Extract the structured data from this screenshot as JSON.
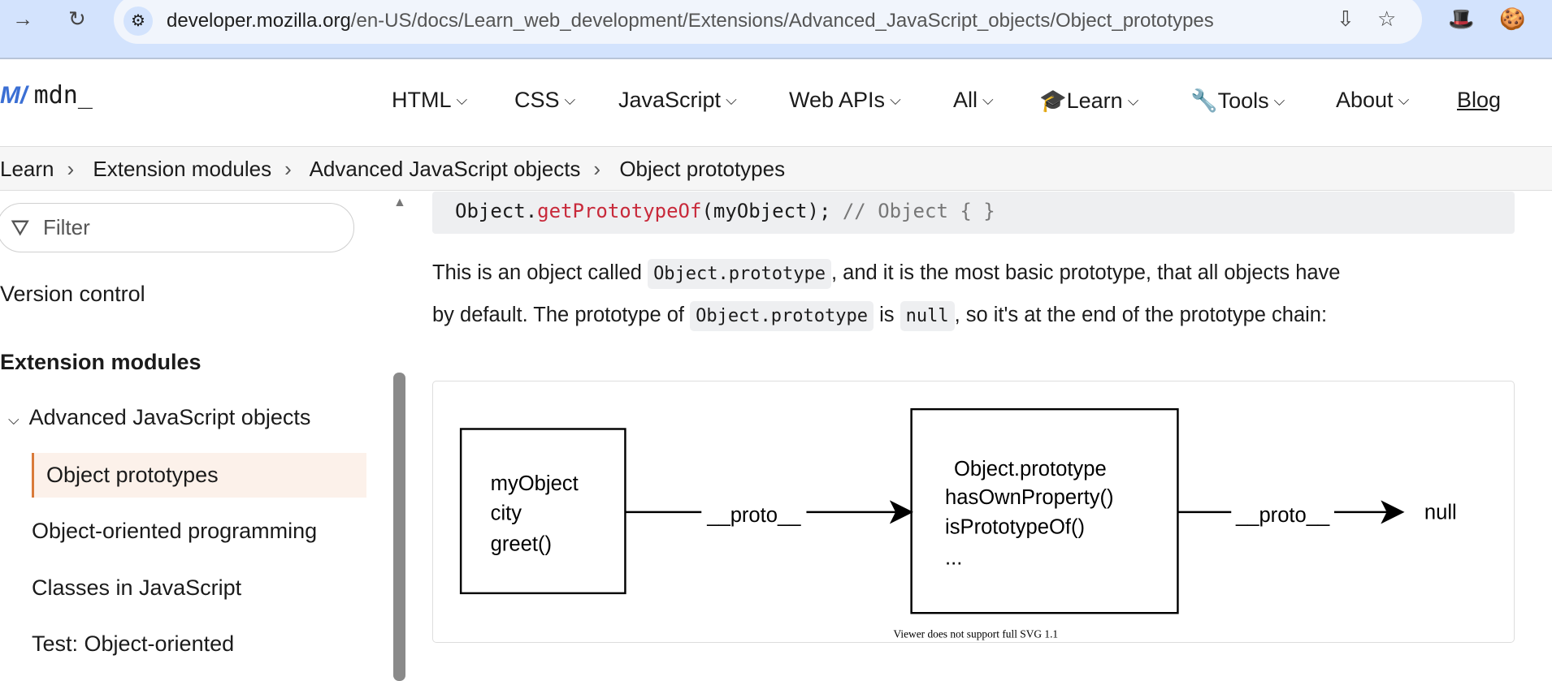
{
  "browser": {
    "url_host": "developer.mozilla.org",
    "url_path": "/en-US/docs/Learn_web_development/Extensions/Advanced_JavaScript_objects/Object_prototypes"
  },
  "nav": {
    "logo": "mdn_",
    "items": [
      {
        "label": "HTML"
      },
      {
        "label": "CSS"
      },
      {
        "label": "JavaScript"
      },
      {
        "label": "Web APIs"
      },
      {
        "label": "All"
      },
      {
        "label": "Learn"
      },
      {
        "label": "Tools"
      },
      {
        "label": "About"
      }
    ],
    "blog": "Blog"
  },
  "breadcrumbs": [
    "Learn",
    "Extension modules",
    "Advanced JavaScript objects",
    "Object prototypes"
  ],
  "sidebar": {
    "filter_placeholder": "Filter",
    "items": [
      "Version control",
      "Extension modules",
      "Advanced JavaScript objects",
      "Object prototypes",
      "Object-oriented programming",
      "Classes in JavaScript",
      "Test: Object-oriented"
    ]
  },
  "content": {
    "code": {
      "a": "Object.",
      "b": "getPrototypeOf",
      "c": "(myObject); ",
      "d": "// Object { }"
    },
    "para": {
      "t1": "This is an object called ",
      "c1": "Object.prototype",
      "t2": ", and it is the most basic prototype, that all objects have",
      "t3": "by default. The prototype of ",
      "c2": "Object.prototype",
      "t4": " is ",
      "c3": "null",
      "t5": ", so it's at the end of the prototype chain:"
    },
    "diagram": {
      "box1": [
        "myObject",
        "city",
        "greet()"
      ],
      "box2": [
        "Object.prototype",
        "hasOwnProperty()",
        "isPrototypeOf()",
        "..."
      ],
      "arrow_label": "__proto__",
      "end": "null",
      "caption": "Viewer does not support full SVG 1.1"
    }
  }
}
